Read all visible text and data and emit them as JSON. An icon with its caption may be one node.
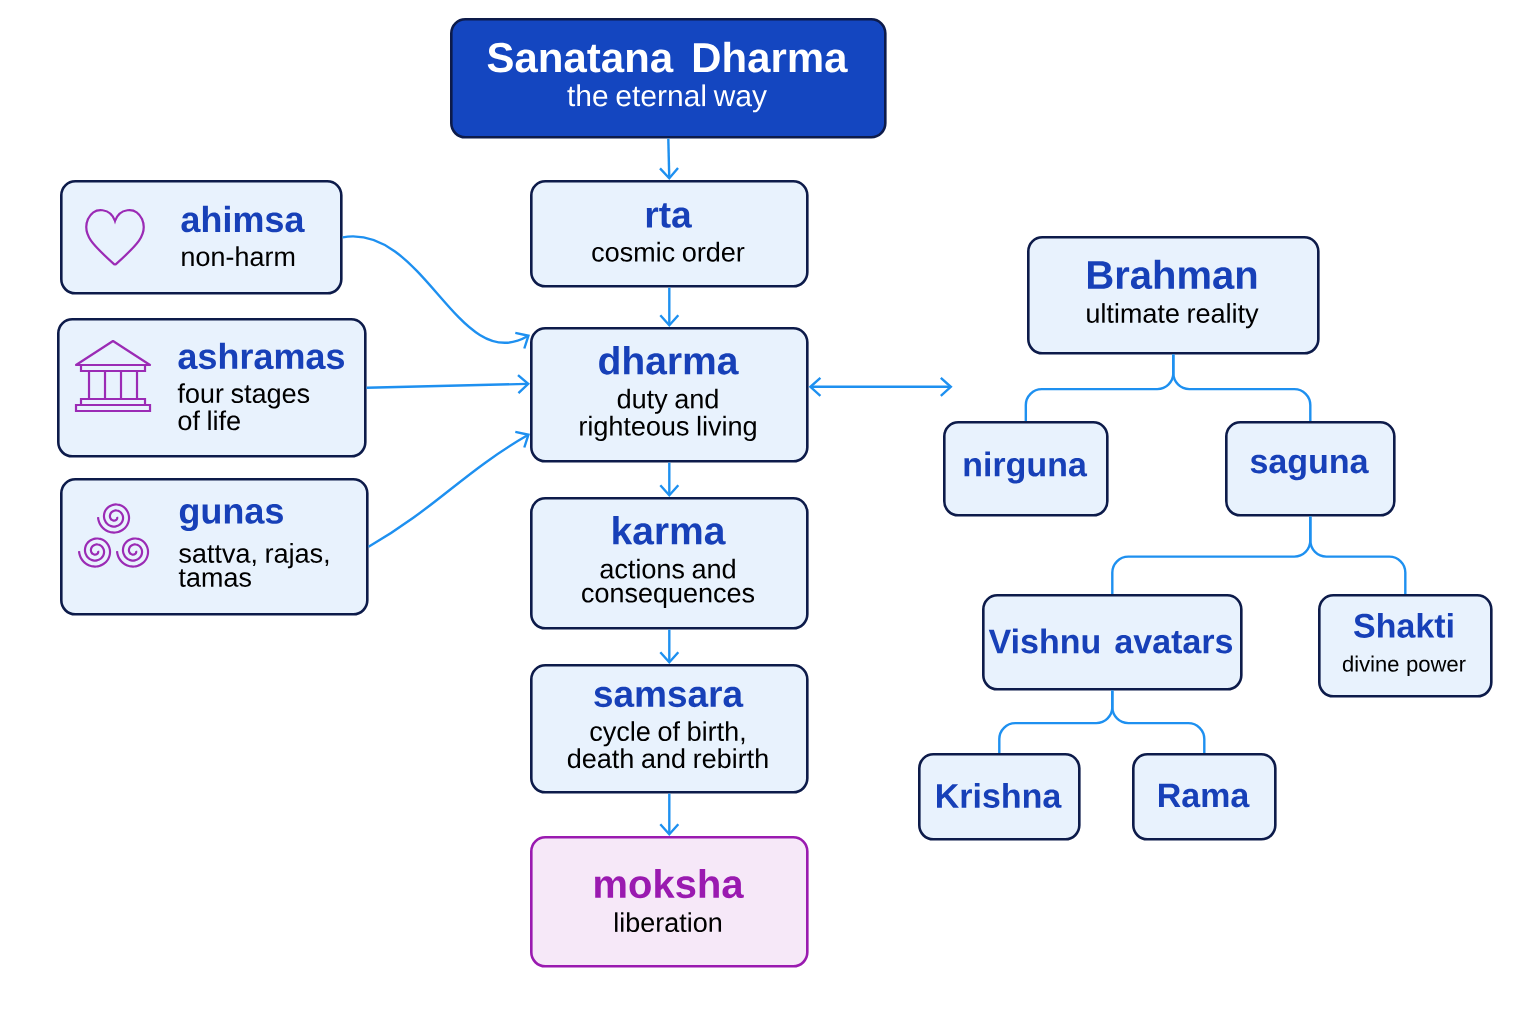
{
  "diagram": {
    "nodes": [
      {
        "text": [
          "Sanatana Dharma",
          "the eternal way"
        ]
      },
      {
        "text": [
          "ahimsa",
          "non-harm"
        ]
      },
      {
        "text": [
          "rta",
          "cosmic order"
        ]
      },
      {
        "text": [
          "ashramas",
          "four stages of life"
        ]
      },
      {
        "text": [
          "dharma",
          "duty and righteous living"
        ]
      },
      {
        "text": [
          "gunas",
          "sattva, rajas, tamas"
        ]
      },
      {
        "text": [
          "karma",
          "actions and consequences"
        ]
      },
      {
        "text": [
          "samsara",
          "cycle of birth, death and rebirth"
        ]
      },
      {
        "text": [
          "moksha",
          "liberation"
        ]
      },
      {
        "text": [
          "Brahman",
          "ultimate reality"
        ]
      },
      {
        "text": [
          "nirguna"
        ]
      },
      {
        "text": [
          "saguna"
        ]
      },
      {
        "text": [
          "Vishnu avatars"
        ]
      },
      {
        "text": [
          "Shakti",
          "divine power"
        ]
      },
      {
        "text": [
          "Krishna"
        ]
      },
      {
        "text": [
          "Rama"
        ]
      }
    ],
    "edges": [
      {
        "from": 0,
        "to": 2,
        "arrow": "to"
      },
      {
        "from": 2,
        "to": 4,
        "arrow": "to"
      },
      {
        "from": 4,
        "to": 6,
        "arrow": "to"
      },
      {
        "from": 6,
        "to": 7,
        "arrow": "to"
      },
      {
        "from": 7,
        "to": 8,
        "arrow": "to"
      },
      {
        "from": 1,
        "to": 4,
        "arrow": "to"
      },
      {
        "from": 3,
        "to": 4,
        "arrow": "to"
      },
      {
        "from": 5,
        "to": 4,
        "arrow": "to"
      },
      {
        "from": 4,
        "to": null,
        "arrow": "both"
      },
      {
        "from": 9,
        "to": 10,
        "arrow": "none"
      },
      {
        "from": 9,
        "to": 11,
        "arrow": "none"
      },
      {
        "from": 11,
        "to": 12,
        "arrow": "none"
      },
      {
        "from": 11,
        "to": 13,
        "arrow": "none"
      },
      {
        "from": 12,
        "to": 14,
        "arrow": "none"
      },
      {
        "from": 12,
        "to": 15,
        "arrow": "none"
      }
    ]
  }
}
